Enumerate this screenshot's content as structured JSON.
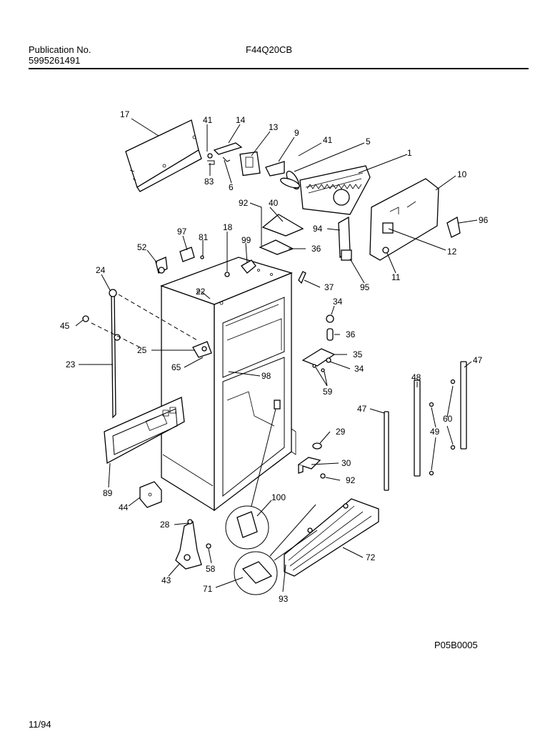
{
  "header": {
    "publication_label": "Publication No.",
    "publication_number": "5995261491",
    "model": "F44Q20CB"
  },
  "footer": {
    "drawing_code": "P05B0005",
    "date": "11/94"
  },
  "callouts": {
    "c17": "17",
    "c41a": "41",
    "c14": "14",
    "c13": "13",
    "c9": "9",
    "c41b": "41",
    "c5": "5",
    "c1": "1",
    "c10": "10",
    "c83": "83",
    "c6": "6",
    "c92a": "92",
    "c40": "40",
    "c94": "94",
    "c96": "96",
    "c12": "12",
    "c36a": "36",
    "c11": "11",
    "c95": "95",
    "c97": "97",
    "c81": "81",
    "c18": "18",
    "c99": "99",
    "c52": "52",
    "c24": "24",
    "c37": "37",
    "c22": "22",
    "c34a": "34",
    "c45": "45",
    "c36b": "36",
    "c25": "25",
    "c35": "35",
    "c23": "23",
    "c65": "65",
    "c34b": "34",
    "c98": "98",
    "c59": "59",
    "c48": "48",
    "c47a": "47",
    "c47b": "47",
    "c60": "60",
    "c49": "49",
    "c29": "29",
    "c30": "30",
    "c89": "89",
    "c92b": "92",
    "c44": "44",
    "c100": "100",
    "c28": "28",
    "c72": "72",
    "c58": "58",
    "c43": "43",
    "c71": "71",
    "c93": "93"
  }
}
